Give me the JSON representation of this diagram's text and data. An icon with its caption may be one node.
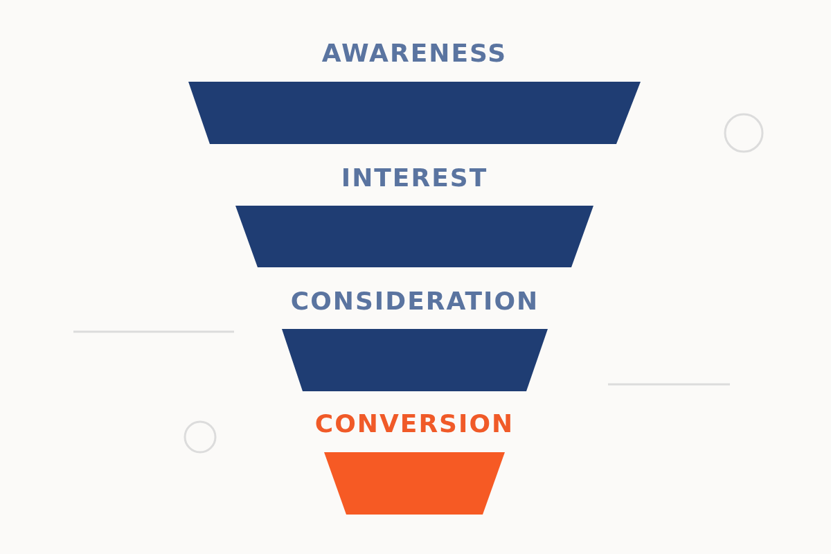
{
  "diagram": {
    "nodes": [
      {
        "text": [
          "AWARENESS"
        ]
      },
      {
        "text": [
          "INTEREST"
        ]
      },
      {
        "text": [
          "CONSIDERATION"
        ]
      },
      {
        "text": [
          "CONVERSION"
        ]
      }
    ]
  }
}
